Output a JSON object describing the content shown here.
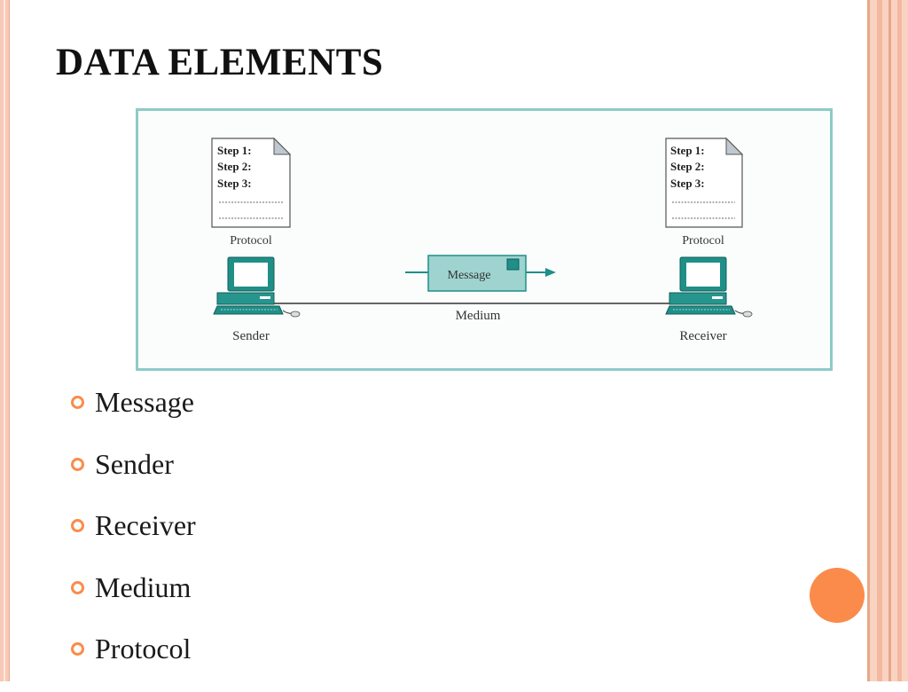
{
  "slide": {
    "title": "DATA ELEMENTS"
  },
  "diagram": {
    "sender": {
      "protocol_label": "Protocol",
      "steps": [
        "Step 1:",
        "Step 2:",
        "Step 3:"
      ],
      "label": "Sender"
    },
    "receiver": {
      "protocol_label": "Protocol",
      "steps": [
        "Step 1:",
        "Step 2:",
        "Step 3:"
      ],
      "label": "Receiver"
    },
    "message_label": "Message",
    "medium_label": "Medium"
  },
  "bullets": [
    "Message",
    "Sender",
    "Receiver",
    "Medium",
    "Protocol"
  ],
  "colors": {
    "accent": "#fb8b4b",
    "figure_border": "#8ecbc7",
    "device_teal": "#1f8f87",
    "message_box": "#9ed3d0"
  }
}
